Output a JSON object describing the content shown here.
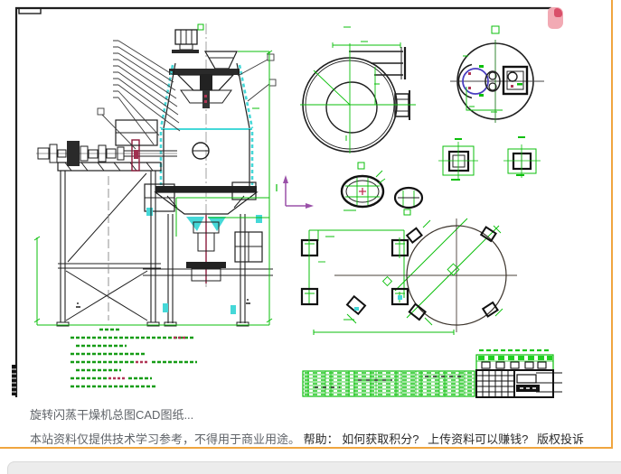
{
  "caption": {
    "title": "旋转闪蒸干燥机总图CAD图纸...",
    "disclaimer": "本站资料仅提供技术学习参考，不得用于商业用途。",
    "help_label": "帮助：",
    "links": [
      {
        "label": "如何获取积分?"
      },
      {
        "label": "上传资料可以赚钱?"
      },
      {
        "label": "版权投诉"
      }
    ]
  },
  "drawing": {
    "kind": "CAD assembly drawing preview",
    "views": [
      "elevation-view",
      "fan-volute-view",
      "rotor-top-view",
      "oval-flange-views",
      "square-flange-views",
      "foundation-plan-view",
      "parts-list-table",
      "title-block",
      "technical-notes"
    ]
  },
  "colors": {
    "accent_orange": "#f0a53f",
    "cad_green": "#0bbf0b",
    "cad_cyan": "#45d8d8",
    "cad_purple": "#9a50a8",
    "cad_red": "#b03555",
    "line_black": "#1f1f1f",
    "caption_gray": "#5f6368",
    "link_dark": "#2b2b2b",
    "footer_gray": "#ececec"
  }
}
